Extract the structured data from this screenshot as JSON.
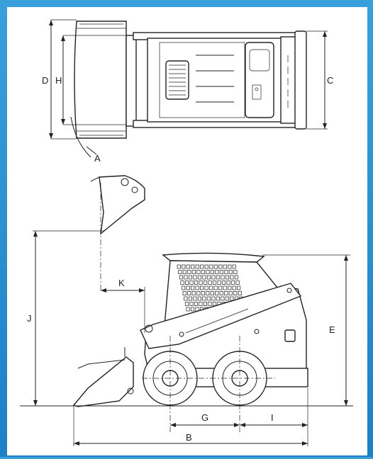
{
  "labels": {
    "A": "A",
    "B": "B",
    "C": "C",
    "D": "D",
    "E": "E",
    "G": "G",
    "H": "H",
    "I": "I",
    "J": "J",
    "K": "K"
  },
  "colors": {
    "frame": "#2a8fd6",
    "paper": "#ffffff",
    "ink": "#222222"
  }
}
